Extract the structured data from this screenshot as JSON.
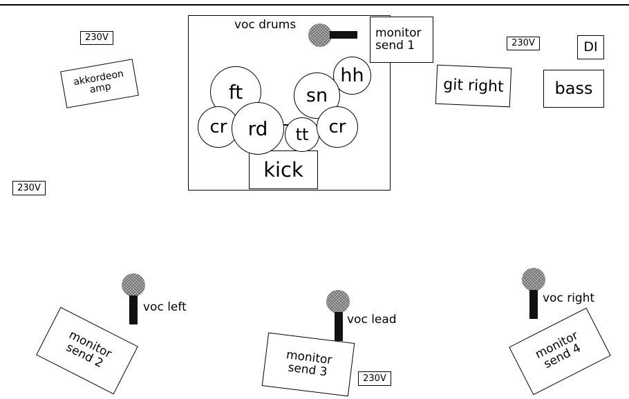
{
  "outlets": [
    "230V",
    "230V",
    "230V",
    "230V"
  ],
  "drum_riser": {
    "mic_label": "voc drums",
    "monitor": "monitor\nsend 1",
    "drums": {
      "ft": "ft",
      "hh": "hh",
      "sn": "sn",
      "cr_left": "cr",
      "rd": "rd",
      "tt": "tt",
      "cr_right": "cr",
      "kick": "kick"
    }
  },
  "amps": {
    "akkordeon": "akkordeon\namp",
    "git_right": "git right",
    "bass": "bass",
    "di": "DI"
  },
  "front": {
    "voc_left": "voc left",
    "voc_lead": "voc lead",
    "voc_right": "voc right",
    "monitor_2": "monitor\nsend 2",
    "monitor_3": "monitor\nsend 3",
    "monitor_4": "monitor\nsend 4"
  }
}
